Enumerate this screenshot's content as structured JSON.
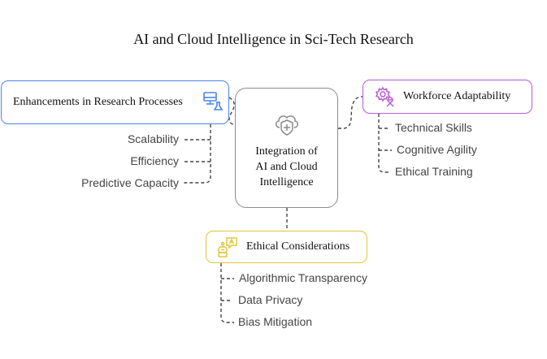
{
  "title": "AI and Cloud Intelligence in Sci-Tech Research",
  "center": {
    "line1": "Integration of",
    "line2": "AI and Cloud",
    "line3": "Intelligence",
    "icon": "cloud-shield-icon"
  },
  "branches": {
    "left": {
      "label": "Enhancements in Research Processes",
      "icon": "computer-lab-icon",
      "color": "#4a86e8",
      "items": [
        "Scalability",
        "Efficiency",
        "Predictive Capacity"
      ]
    },
    "right": {
      "label": "Workforce Adaptability",
      "icon": "gear-worker-icon",
      "color": "#b65bd6",
      "items": [
        "Technical Skills",
        "Cognitive Agility",
        "Ethical Training"
      ]
    },
    "bottom": {
      "label": "Ethical Considerations",
      "icon": "robot-chat-icon",
      "color": "#e0c63a",
      "items": [
        "Algorithmic Transparency",
        "Data Privacy",
        "Bias Mitigation"
      ]
    }
  }
}
